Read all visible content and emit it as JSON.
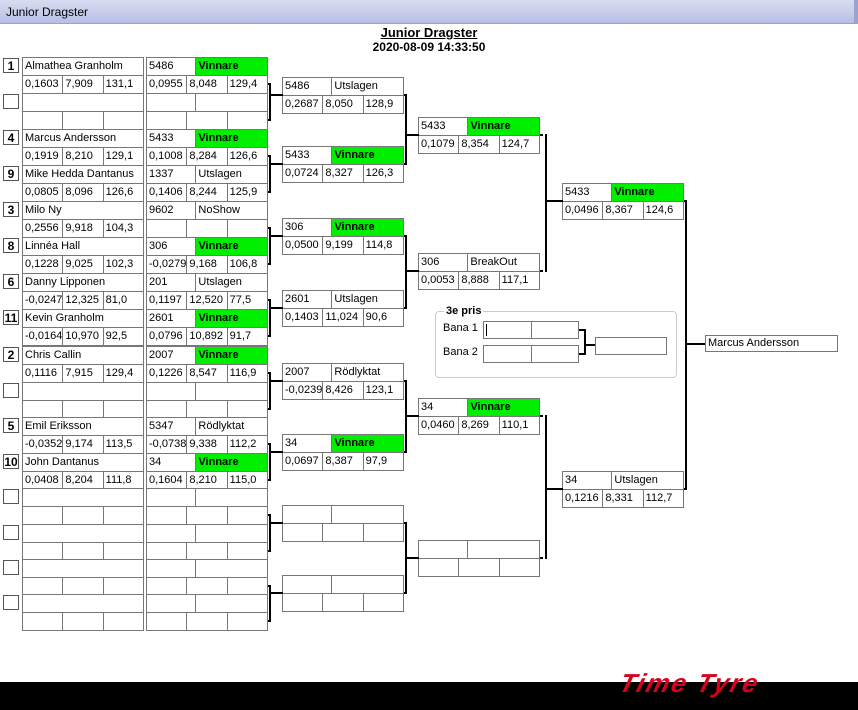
{
  "window": {
    "title": "Junior Dragster"
  },
  "header": {
    "title": "Junior Dragster",
    "datetime": "2020-08-09 14:33:50"
  },
  "seeds": [
    "1",
    "",
    "4",
    "9",
    "3",
    "8",
    "6",
    "11",
    "2",
    "",
    "5",
    "10",
    "",
    "",
    "",
    ""
  ],
  "round1": [
    {
      "name": "Almathea Granholm",
      "rt": "0,1603",
      "et": "7,909",
      "speed": "131,1"
    },
    {
      "name": "",
      "rt": "",
      "et": "",
      "speed": ""
    },
    {
      "name": "Marcus Andersson",
      "rt": "0,1919",
      "et": "8,210",
      "speed": "129,1"
    },
    {
      "name": "Mike Hedda Dantanus",
      "rt": "0,0805",
      "et": "8,096",
      "speed": "126,6"
    },
    {
      "name": "Milo Ny",
      "rt": "0,2556",
      "et": "9,918",
      "speed": "104,3"
    },
    {
      "name": "Linnéa Hall",
      "rt": "0,1228",
      "et": "9,025",
      "speed": "102,3"
    },
    {
      "name": "Danny Lipponen",
      "rt": "-0,0247",
      "et": "12,325",
      "speed": "81,0"
    },
    {
      "name": "Kevin Granholm",
      "rt": "-0,0164",
      "et": "10,970",
      "speed": "92,5"
    },
    {
      "name": "Chris Callin",
      "rt": "0,1116",
      "et": "7,915",
      "speed": "129,4"
    },
    {
      "name": "",
      "rt": "",
      "et": "",
      "speed": ""
    },
    {
      "name": "Emil Eriksson",
      "rt": "-0,0352",
      "et": "9,174",
      "speed": "113,5"
    },
    {
      "name": "John Dantanus",
      "rt": "0,0408",
      "et": "8,204",
      "speed": "111,8"
    },
    {
      "name": "",
      "rt": "",
      "et": "",
      "speed": ""
    },
    {
      "name": "",
      "rt": "",
      "et": "",
      "speed": ""
    },
    {
      "name": "",
      "rt": "",
      "et": "",
      "speed": ""
    },
    {
      "name": "",
      "rt": "",
      "et": "",
      "speed": ""
    }
  ],
  "round2": [
    {
      "num": "5486",
      "status": "Vinnare",
      "win": true,
      "rt": "0,0955",
      "et": "8,048",
      "speed": "129,4"
    },
    {
      "num": "",
      "status": "",
      "win": false,
      "rt": "",
      "et": "",
      "speed": ""
    },
    {
      "num": "5433",
      "status": "Vinnare",
      "win": true,
      "rt": "0,1008",
      "et": "8,284",
      "speed": "126,6"
    },
    {
      "num": "1337",
      "status": "Utslagen",
      "win": false,
      "rt": "0,1406",
      "et": "8,244",
      "speed": "125,9"
    },
    {
      "num": "9602",
      "status": "NoShow",
      "win": false,
      "rt": "",
      "et": "",
      "speed": ""
    },
    {
      "num": "306",
      "status": "Vinnare",
      "win": true,
      "rt": "-0,0279",
      "et": "9,168",
      "speed": "106,8"
    },
    {
      "num": "201",
      "status": "Utslagen",
      "win": false,
      "rt": "0,1197",
      "et": "12,520",
      "speed": "77,5"
    },
    {
      "num": "2601",
      "status": "Vinnare",
      "win": true,
      "rt": "0,0796",
      "et": "10,892",
      "speed": "91,7"
    },
    {
      "num": "2007",
      "status": "Vinnare",
      "win": true,
      "rt": "0,1226",
      "et": "8,547",
      "speed": "116,9"
    },
    {
      "num": "",
      "status": "",
      "win": false,
      "rt": "",
      "et": "",
      "speed": ""
    },
    {
      "num": "5347",
      "status": "Rödlyktat",
      "win": false,
      "rt": "-0,0738",
      "et": "9,338",
      "speed": "112,2"
    },
    {
      "num": "34",
      "status": "Vinnare",
      "win": true,
      "rt": "0,1604",
      "et": "8,210",
      "speed": "115,0"
    },
    {
      "num": "",
      "status": "",
      "win": false,
      "rt": "",
      "et": "",
      "speed": ""
    },
    {
      "num": "",
      "status": "",
      "win": false,
      "rt": "",
      "et": "",
      "speed": ""
    },
    {
      "num": "",
      "status": "",
      "win": false,
      "rt": "",
      "et": "",
      "speed": ""
    },
    {
      "num": "",
      "status": "",
      "win": false,
      "rt": "",
      "et": "",
      "speed": ""
    }
  ],
  "round3": [
    {
      "num": "5486",
      "status": "Utslagen",
      "win": false,
      "rt": "0,2687",
      "et": "8,050",
      "speed": "128,9"
    },
    {
      "num": "5433",
      "status": "Vinnare",
      "win": true,
      "rt": "0,0724",
      "et": "8,327",
      "speed": "126,3"
    },
    {
      "num": "306",
      "status": "Vinnare",
      "win": true,
      "rt": "0,0500",
      "et": "9,199",
      "speed": "114,8"
    },
    {
      "num": "2601",
      "status": "Utslagen",
      "win": false,
      "rt": "0,1403",
      "et": "11,024",
      "speed": "90,6"
    },
    {
      "num": "2007",
      "status": "Rödlyktat",
      "win": false,
      "rt": "-0,0239",
      "et": "8,426",
      "speed": "123,1"
    },
    {
      "num": "34",
      "status": "Vinnare",
      "win": true,
      "rt": "0,0697",
      "et": "8,387",
      "speed": "97,9"
    },
    {
      "num": "",
      "status": "",
      "win": false,
      "rt": "",
      "et": "",
      "speed": ""
    },
    {
      "num": "",
      "status": "",
      "win": false,
      "rt": "",
      "et": "",
      "speed": ""
    }
  ],
  "round4": [
    {
      "num": "5433",
      "status": "Vinnare",
      "win": true,
      "rt": "0,1079",
      "et": "8,354",
      "speed": "124,7"
    },
    {
      "num": "306",
      "status": "BreakOut",
      "win": false,
      "rt": "0,0053",
      "et": "8,888",
      "speed": "117,1"
    },
    {
      "num": "34",
      "status": "Vinnare",
      "win": true,
      "rt": "0,0460",
      "et": "8,269",
      "speed": "110,1"
    },
    {
      "num": "",
      "status": "",
      "win": false,
      "rt": "",
      "et": "",
      "speed": ""
    }
  ],
  "round5": [
    {
      "num": "5433",
      "status": "Vinnare",
      "win": true,
      "rt": "0,0496",
      "et": "8,367",
      "speed": "124,6"
    },
    {
      "num": "34",
      "status": "Utslagen",
      "win": false,
      "rt": "0,1216",
      "et": "8,331",
      "speed": "112,7"
    }
  ],
  "final": {
    "winner": "Marcus Andersson"
  },
  "third_place": {
    "title": "3e pris",
    "lane1": "Bana 1",
    "lane2": "Bana 2"
  },
  "colors": {
    "winner_green": "#00ee00",
    "logo_red": "#d8001c",
    "titlebar": "#b8bfe6"
  },
  "logo": {
    "text": "Time Tyre"
  }
}
